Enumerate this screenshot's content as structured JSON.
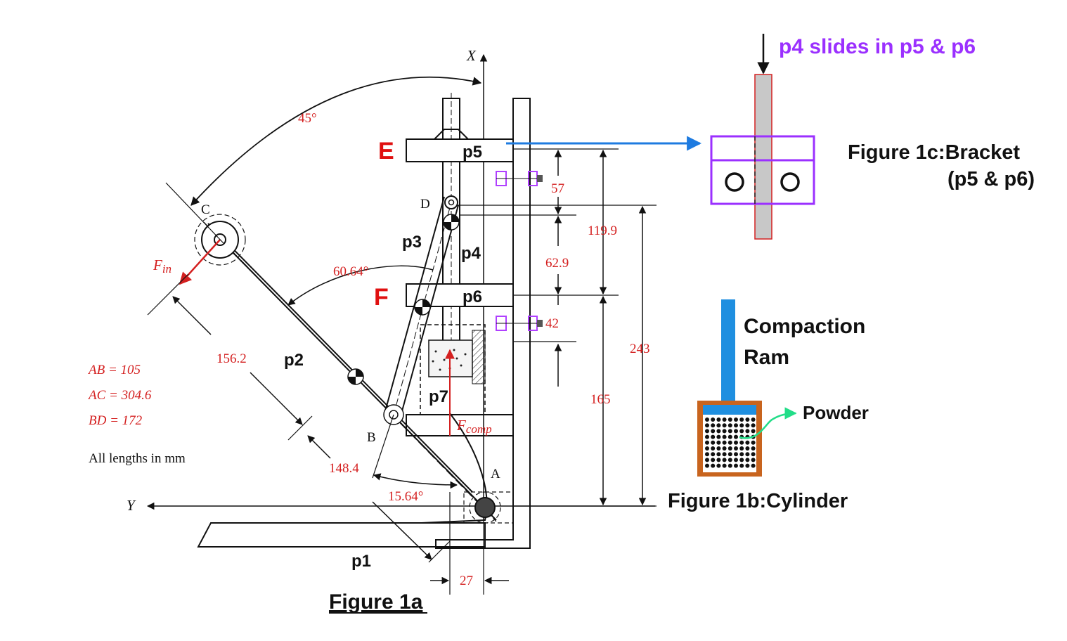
{
  "figure1a": {
    "caption": "Figure 1a",
    "axis_x": "X",
    "axis_y": "Y",
    "point_labels": {
      "A": "A",
      "B": "B",
      "C": "C",
      "D": "D"
    },
    "joint_labels": {
      "E": "E",
      "F": "F"
    },
    "part_labels": {
      "p1": "p1",
      "p2": "p2",
      "p3": "p3",
      "p4": "p4",
      "p5": "p5",
      "p6": "p6",
      "p7": "p7"
    },
    "force_in": {
      "main": "F",
      "sub": "in"
    },
    "force_comp": {
      "main": "F",
      "sub": "comp"
    },
    "angles": {
      "a45": "45°",
      "a60": "60.64°",
      "a15": "15.64°"
    },
    "dims": {
      "d156": "156.2",
      "d148": "148.4",
      "d57": "57",
      "d62": "62.9",
      "d119": "119.9",
      "d42": "42",
      "d165": "165",
      "d243": "243",
      "d27": "27"
    },
    "lengths": {
      "ab": "AB = 105",
      "ac": "AC = 304.6",
      "bd": "BD = 172"
    },
    "units_note": "All lengths in mm"
  },
  "figure1b": {
    "caption_bold": "Figure 1b:",
    "caption_rest": "Cylinder",
    "ram_label_line1": "Compaction",
    "ram_label_line2": "Ram",
    "powder_label": "Powder"
  },
  "figure1c": {
    "title": "p4 slides in p5 & p6",
    "caption_bold": "Figure 1c:",
    "caption_rest": "Bracket",
    "caption_line2": "(p5 & p6)"
  },
  "colors": {
    "red_dims": "#d42020",
    "purple": "#9b30ff",
    "blue_arrow": "#1e7be0",
    "ram_blue": "#1f8fe0",
    "cylinder_orange": "#c8641e",
    "rod_pink": "#e8a0a0"
  }
}
